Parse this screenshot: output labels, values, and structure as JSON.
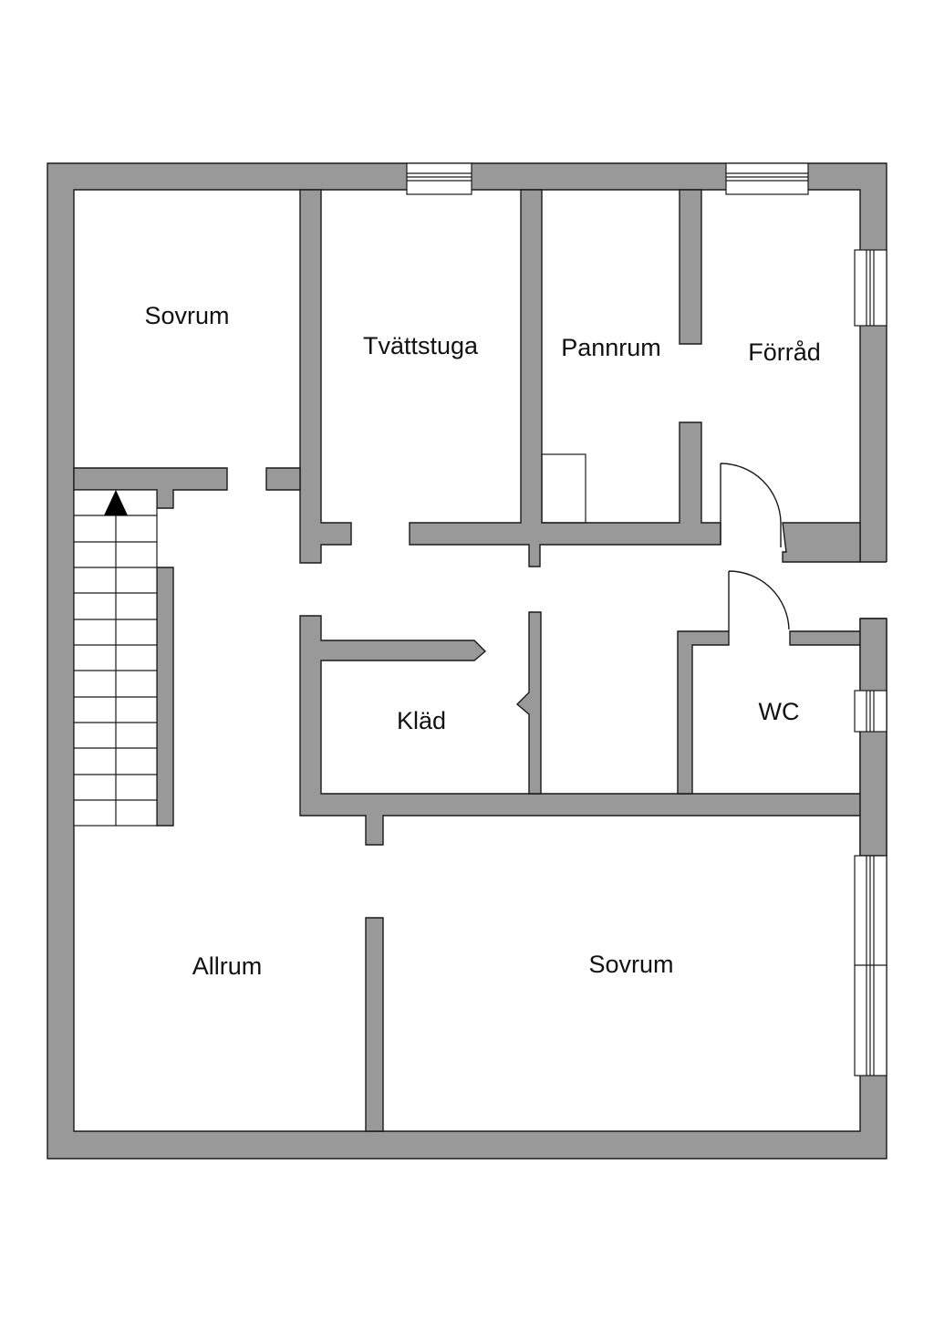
{
  "floor_plan": {
    "rooms": [
      {
        "label": "Sovrum"
      },
      {
        "label": "Tvättstuga"
      },
      {
        "label": "Pannrum"
      },
      {
        "label": "Förråd"
      },
      {
        "label": "Kläd"
      },
      {
        "label": "WC"
      },
      {
        "label": "Allrum"
      },
      {
        "label": "Sovrum"
      }
    ],
    "colors": {
      "wall_fill": "#999999",
      "wall_outline": "#1a1a1a",
      "background": "#ffffff"
    }
  }
}
